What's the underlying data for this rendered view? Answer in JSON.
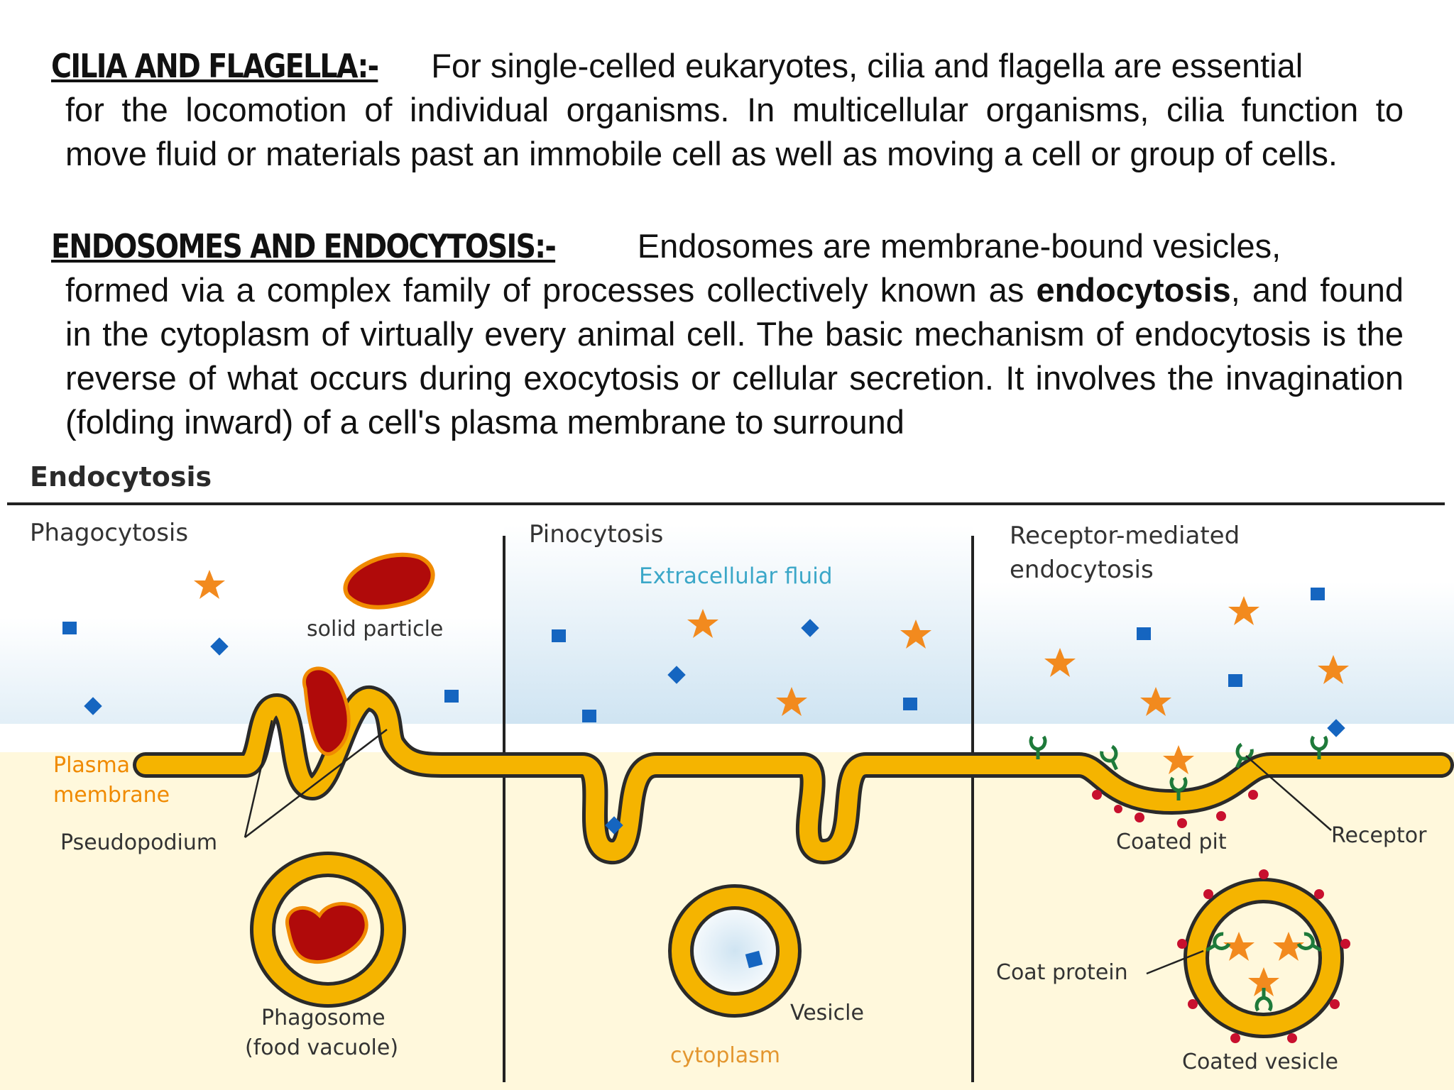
{
  "cilia_section": {
    "heading": "CILIA AND FLAGELLA:- ",
    "first_line": "For single-celled eukaryotes, cilia and flagella are essential",
    "rest": "for the locomotion of individual organisms. In multicellular organisms, cilia function to move fluid or materials past an immobile cell as well as moving a cell or group of cells."
  },
  "endosome_section": {
    "heading": "ENDOSOMES AND ENDOCYTOSIS:- ",
    "first_line": "Endosomes are membrane-bound vesicles,",
    "rest_before_bold": "formed via a complex family of processes collectively known as ",
    "bold_word": "endocytosis",
    "rest_after_bold": ", and found in the cytoplasm of virtually every animal cell. The basic mechanism of endocytosis is the reverse of what occurs during exocytosis or cellular secretion. It involves the invagination (folding inward) of a cell's plasma membrane to surround"
  },
  "diagram": {
    "title": "Endocytosis",
    "panels": [
      {
        "title": "Phagocytosis"
      },
      {
        "title": "Pinocytosis"
      },
      {
        "title_line1": "Receptor-mediated",
        "title_line2": "endocytosis"
      }
    ],
    "labels": {
      "solid_particle": "solid particle",
      "plasma_line1": "Plasma",
      "plasma_line2": "membrane",
      "pseudopodium": "Pseudopodium",
      "phagosome_line1": "Phagosome",
      "phagosome_line2": "(food vacuole)",
      "extracellular_fluid": "Extracellular fluid",
      "vesicle": "Vesicle",
      "cytoplasm": "cytoplasm",
      "coated_pit": "Coated pit",
      "receptor": "Receptor",
      "coat_protein": "Coat protein",
      "coated_vesicle": "Coated vesicle"
    },
    "colors": {
      "membrane": "#F5B400",
      "membrane_edge": "#2a2a2a",
      "particle": "#B00A0A",
      "particle_rim": "#F08A00",
      "star": "#F28A1E",
      "molecule": "#1565C0",
      "receptor": "#1E7A3A",
      "coat": "#C8102E",
      "extracellular": "#CFE4F2",
      "cytoplasm": "#FFF8DC",
      "fluid_label": "#3BA7C8",
      "plasma_label": "#F08A00",
      "cytoplasm_label": "#E3962F"
    }
  }
}
